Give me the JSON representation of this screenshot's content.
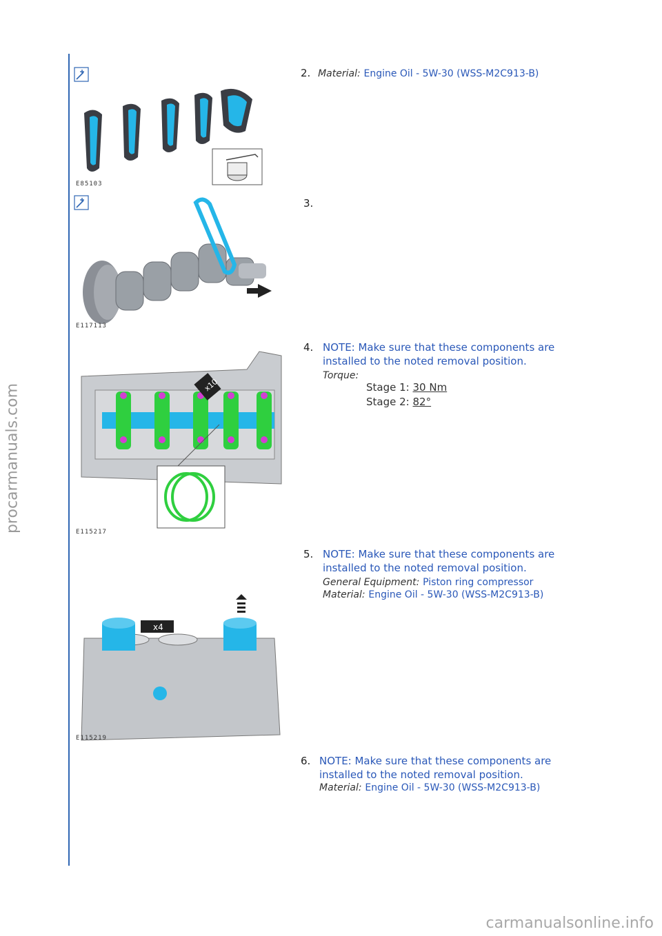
{
  "watermarks": {
    "side": "procarmanuals.com",
    "bottom": "carmanualsonline.info"
  },
  "steps": [
    {
      "number": "2.",
      "material_label": "Material:",
      "material_value": "Engine Oil - 5W-30 (WSS-M2C913-B)",
      "figure_code": "E85103"
    },
    {
      "number": "3.",
      "figure_code": "E117113"
    },
    {
      "number": "4.",
      "note_line1": "NOTE: Make sure that these components are",
      "note_line2": "installed to the noted removal position.",
      "torque_label": "Torque:",
      "stage1_label": "Stage 1:",
      "stage1_value": "30 Nm",
      "stage2_label": "Stage 2:",
      "stage2_value": "82°",
      "figure_code": "E115217",
      "callout": "x10"
    },
    {
      "number": "5.",
      "note_line1": "NOTE: Make sure that these components are",
      "note_line2": "installed to the noted removal position.",
      "equipment_label": "General Equipment:",
      "equipment_value": "Piston ring compressor",
      "material_label": "Material:",
      "material_value": "Engine Oil - 5W-30 (WSS-M2C913-B)",
      "figure_code": "E115219",
      "callout": "x4"
    },
    {
      "number": "6.",
      "note_line1": "NOTE: Make sure that these components are",
      "note_line2": "installed to the noted removal position.",
      "material_label": "Material:",
      "material_value": "Engine Oil - 5W-30 (WSS-M2C913-B)"
    }
  ],
  "colors": {
    "accent_blue": "#2a58b8",
    "part_cyan": "#25b6e8",
    "bolt_magenta": "#d23fd2",
    "seal_green": "#2fcf3f",
    "rule_blue": "#2f66b3"
  }
}
